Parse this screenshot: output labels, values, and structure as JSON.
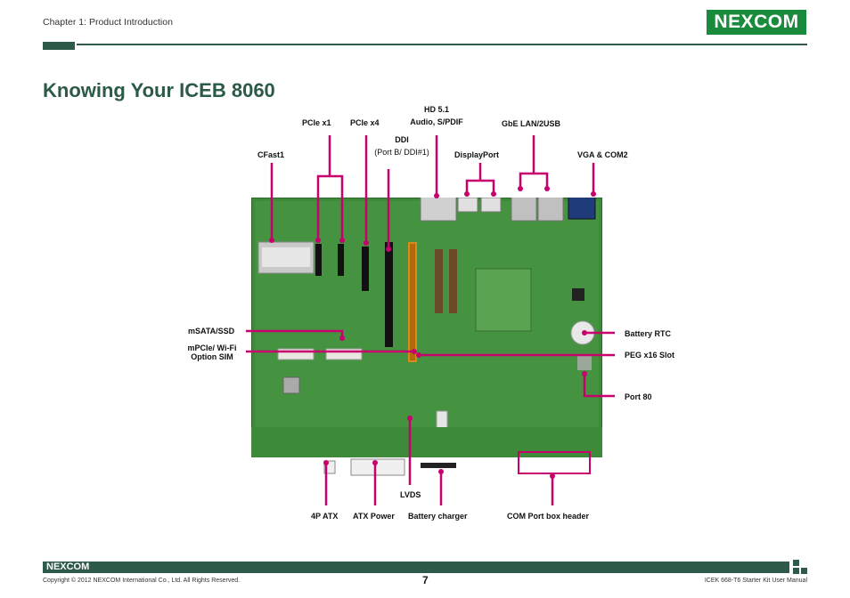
{
  "header": {
    "chapter": "Chapter 1: Product Introduction",
    "logo_text": "NEXCOM"
  },
  "page_title": "Knowing Your ICEB 8060",
  "labels": {
    "pcie_x1": "PCIe x1",
    "pcie_x4": "PCIe x4",
    "hd51_line1": "HD 5.1",
    "hd51_line2": "Audio, S/PDIF",
    "gbe_lan": "GbE LAN/2USB",
    "ddi_line1": "DDI",
    "ddi_line2": "(Port B/ DDI#1)",
    "cfast": "CFast1",
    "displayport": "DisplayPort",
    "vga_com2": "VGA & COM2",
    "msata": "mSATA/SSD",
    "mpcie_line1": "mPCIe/ Wi-Fi",
    "mpcie_line2": "Option SIM",
    "battery_rtc": "Battery RTC",
    "peg_slot": "PEG x16 Slot",
    "port80": "Port 80",
    "lvds": "LVDS",
    "atx_4p": "4P ATX",
    "atx_power": "ATX Power",
    "battery_charger": "Battery charger",
    "com_port": "COM Port box header"
  },
  "colors": {
    "brand_green": "#1a8a3c",
    "header_dark": "#2e5a4a",
    "callout": "#c8006e",
    "pcb": "#3f8a3a"
  },
  "footer": {
    "logo_text": "NEXCOM",
    "copyright": "Copyright © 2012 NEXCOM International Co., Ltd. All Rights Reserved.",
    "page_number": "7",
    "manual_name": "ICEK 668-T6 Starter Kit User Manual"
  }
}
